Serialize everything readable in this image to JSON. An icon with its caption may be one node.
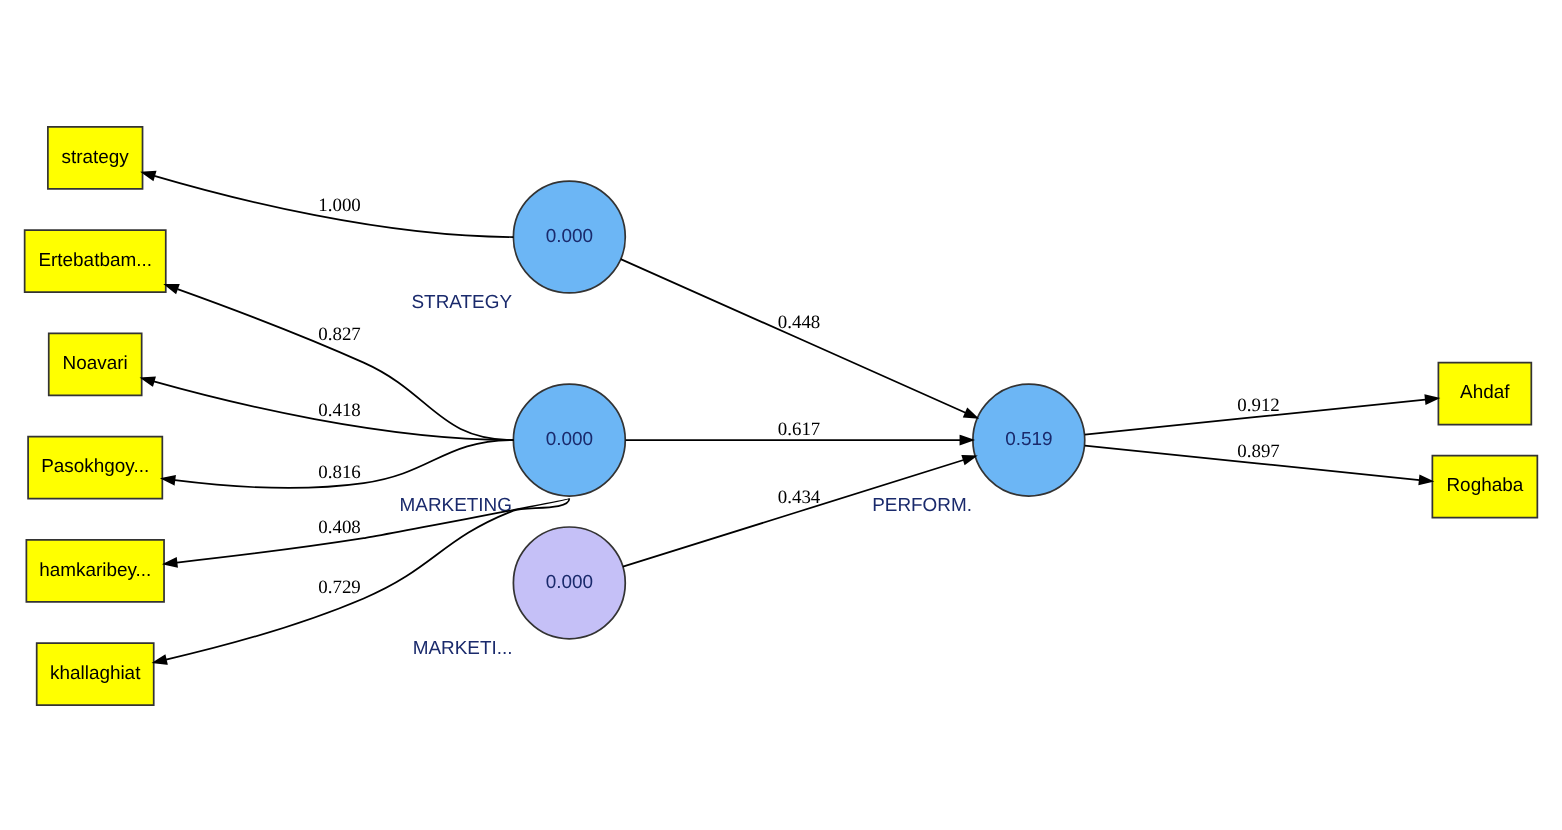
{
  "diagram": {
    "nodes": [
      {
        "text": [
          "strategy"
        ]
      },
      {
        "text": [
          "0.000"
        ],
        "beside": [
          "STRATEGY"
        ]
      },
      {
        "text": [
          "Ertebatbam..."
        ]
      },
      {
        "text": [
          "Noavari"
        ]
      },
      {
        "text": [
          "Pasokhgoy..."
        ]
      },
      {
        "text": [
          "hamkaribey..."
        ]
      },
      {
        "text": [
          "khallaghiat"
        ]
      },
      {
        "text": [
          "0.000"
        ],
        "beside": [
          "MARKETING"
        ]
      },
      {
        "text": [
          "0.519"
        ],
        "beside": [
          "PERFORM."
        ]
      },
      {
        "text": [
          "Ahdaf"
        ]
      },
      {
        "text": [
          "Roghaba"
        ]
      },
      {
        "text": [
          "0.000"
        ],
        "beside": [
          "MARKETI..."
        ]
      }
    ],
    "edges": [
      {
        "from": 1,
        "to": 0,
        "arrow": "to",
        "label": "1.000"
      },
      {
        "from": 1,
        "to": 8,
        "arrow": "to",
        "label": "0.448"
      },
      {
        "from": 7,
        "to": 2,
        "arrow": "to",
        "label": "0.827"
      },
      {
        "from": 7,
        "to": 3,
        "arrow": "to",
        "label": "0.418"
      },
      {
        "from": 7,
        "to": 4,
        "arrow": "to",
        "label": "0.816"
      },
      {
        "from": 7,
        "to": 5,
        "arrow": "to",
        "label": "0.408"
      },
      {
        "from": 7,
        "to": 6,
        "arrow": "to",
        "label": "0.729"
      },
      {
        "from": 7,
        "to": 8,
        "arrow": "to",
        "label": "0.617"
      },
      {
        "from": 8,
        "to": 9,
        "arrow": "to",
        "label": "0.912"
      },
      {
        "from": 8,
        "to": 10,
        "arrow": "to",
        "label": "0.897"
      },
      {
        "from": 11,
        "to": 8,
        "arrow": "to",
        "label": "0.434"
      }
    ]
  }
}
